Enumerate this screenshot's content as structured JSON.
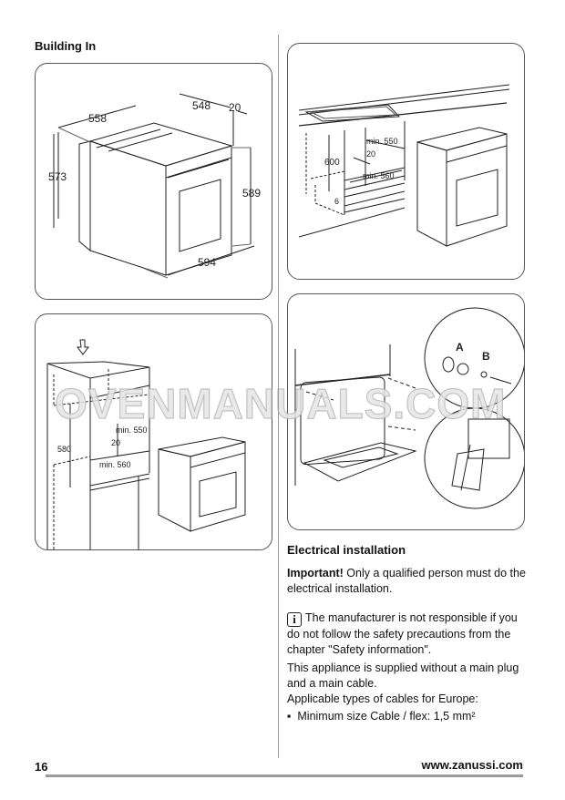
{
  "section_title": "Building In",
  "figure1": {
    "depth_label": "558",
    "inner_depth_label": "548",
    "front_label": "20",
    "height_body_label": "573",
    "height_front_label": "589",
    "width_label": "594"
  },
  "figure2": {
    "height_label": "600",
    "min_depth_label": "min. 550",
    "gap_label": "20",
    "min_width_label": "min. 560",
    "bottom_label": "6"
  },
  "figure3": {
    "height_label": "580",
    "min_depth_label": "min. 550",
    "gap_label": "20",
    "min_width_label": "min. 560"
  },
  "figure4": {
    "label_a": "A",
    "label_b": "B"
  },
  "electrical": {
    "title": "Electrical installation",
    "important_label": "Important!",
    "important_text": " Only a qualified person must do the electrical installation.",
    "info_icon": "i",
    "info_text": "The manufacturer is not responsible if you do not follow the safety precautions from the chapter \"Safety information\".",
    "supply_text": "This appliance is supplied without a main plug and a main cable.",
    "types_text": "Applicable types of cables for Europe:",
    "bullets": [
      "Minimum size Cable / flex: 1,5 mm²"
    ]
  },
  "watermark": "OVENMANUALS.COM",
  "footer": {
    "page_number": "16",
    "website": "www.zanussi.com"
  },
  "colors": {
    "line": "#222222",
    "border": "#555555",
    "footer_rule": "#9a9a9a",
    "watermark": "#cfcfcf"
  }
}
